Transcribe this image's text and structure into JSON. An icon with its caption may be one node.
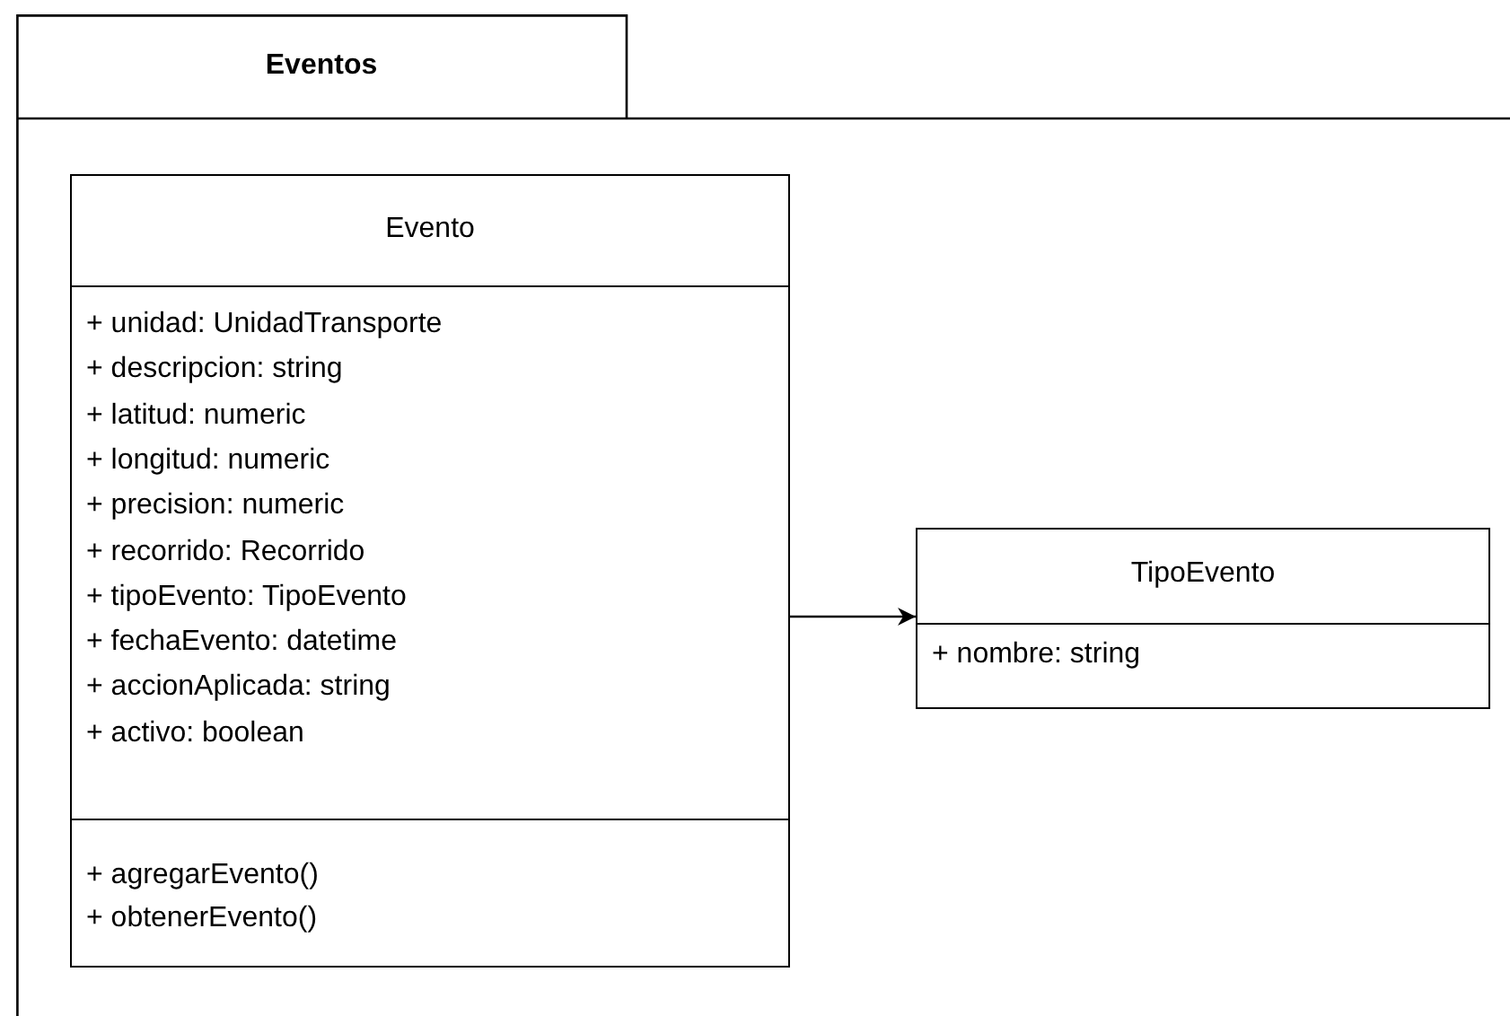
{
  "diagram": {
    "nodes": [
      {
        "text": [
          "Eventos"
        ]
      },
      {
        "text": [
          "Evento",
          "+ unidad: UnidadTransporte",
          "+ descripcion: string",
          "+ latitud: numeric",
          "+ longitud: numeric",
          "+ precision: numeric",
          "+ recorrido: Recorrido",
          "+ tipoEvento: TipoEvento",
          "+ fechaEvento: datetime",
          "+ accionAplicada: string",
          "+ activo: boolean",
          "+ agregarEvento()",
          "+ obtenerEvento()"
        ],
        "in": 0
      },
      {
        "text": [
          "TipoEvento",
          "+ nombre: string"
        ],
        "in": 0
      }
    ],
    "edges": [
      {
        "from": 1,
        "to": 2,
        "arrow": "to"
      }
    ]
  }
}
